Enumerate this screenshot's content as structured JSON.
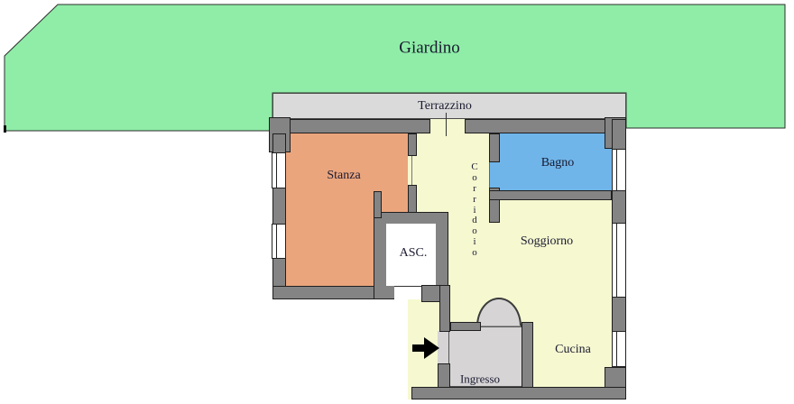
{
  "plan": {
    "rooms": {
      "giardino": {
        "label": "Giardino"
      },
      "terrazzino": {
        "label": "Terrazzino"
      },
      "stanza": {
        "label": "Stanza"
      },
      "corridoio": {
        "label": "Corridoio"
      },
      "bagno": {
        "label": "Bagno"
      },
      "ascensore": {
        "label": "ASC."
      },
      "soggiorno": {
        "label": "Soggiorno"
      },
      "cucina": {
        "label": "Cucina"
      },
      "ingresso": {
        "label": "Ingresso"
      }
    },
    "colors": {
      "garden": "#8feda7",
      "terrace": "#dadada",
      "stanza": "#eaa57d",
      "bagno": "#6fb5ea",
      "living_area": "#f6f8d0",
      "entrance": "#d6d4d5",
      "walls": "#848484",
      "text": "#1a1a30"
    },
    "icons": {
      "entrance_arrow": "black right-pointing entry arrow"
    }
  }
}
